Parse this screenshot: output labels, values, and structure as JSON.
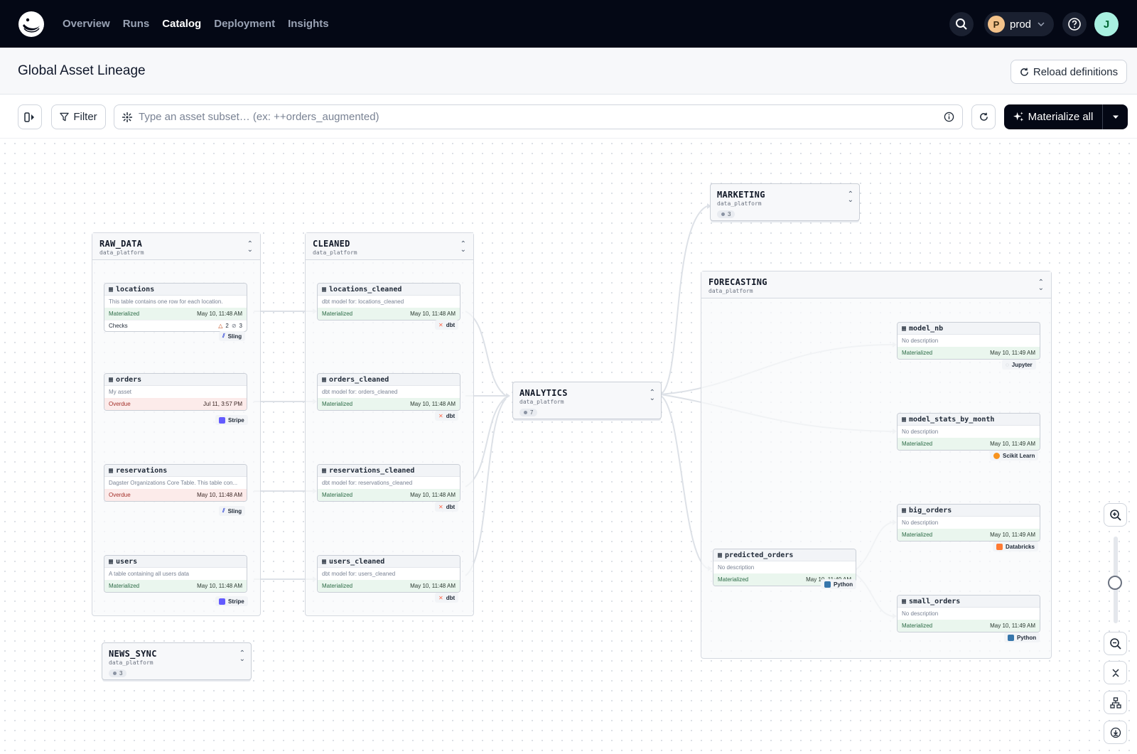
{
  "nav": {
    "items": [
      {
        "label": "Overview"
      },
      {
        "label": "Runs"
      },
      {
        "label": "Catalog"
      },
      {
        "label": "Deployment"
      },
      {
        "label": "Insights"
      }
    ],
    "env_initial": "P",
    "env_label": "prod",
    "user_initial": "J"
  },
  "header": {
    "title": "Global Asset Lineage",
    "reload_label": "Reload definitions"
  },
  "toolbar": {
    "filter_label": "Filter",
    "search_placeholder": "Type an asset subset… (ex: ++orders_augmented)",
    "materialize_label": "Materialize all"
  },
  "groups": {
    "raw_data": {
      "name": "RAW_DATA",
      "location": "data_platform",
      "assets": [
        {
          "name": "locations",
          "description": "This table contains one row for each location.",
          "status": "Materialized",
          "timestamp": "May 10, 11:48 AM",
          "checks_label": "Checks",
          "checks_warn": "2",
          "checks_ok": "3",
          "kind": "Sling"
        },
        {
          "name": "orders",
          "description": "My asset",
          "status": "Overdue",
          "timestamp": "Jul 11, 3:57 PM",
          "kind": "Stripe"
        },
        {
          "name": "reservations",
          "description": "Dagster Organizations Core Table. This table con...",
          "status": "Overdue",
          "timestamp": "May 10, 11:48 AM",
          "kind": "Sling"
        },
        {
          "name": "users",
          "description": "A table containing all users data",
          "status": "Materialized",
          "timestamp": "May 10, 11:48 AM",
          "kind": "Stripe"
        }
      ]
    },
    "cleaned": {
      "name": "CLEANED",
      "location": "data_platform",
      "assets": [
        {
          "name": "locations_cleaned",
          "description": "dbt model for: locations_cleaned",
          "status": "Materialized",
          "timestamp": "May 10, 11:48 AM",
          "kind": "dbt"
        },
        {
          "name": "orders_cleaned",
          "description": "dbt model for: orders_cleaned",
          "status": "Materialized",
          "timestamp": "May 10, 11:48 AM",
          "kind": "dbt"
        },
        {
          "name": "reservations_cleaned",
          "description": "dbt model for: reservations_cleaned",
          "status": "Materialized",
          "timestamp": "May 10, 11:48 AM",
          "kind": "dbt"
        },
        {
          "name": "users_cleaned",
          "description": "dbt model for: users_cleaned",
          "status": "Materialized",
          "timestamp": "May 10, 11:48 AM",
          "kind": "dbt"
        }
      ]
    },
    "news_sync": {
      "name": "NEWS_SYNC",
      "location": "data_platform",
      "count": "3"
    },
    "analytics": {
      "name": "ANALYTICS",
      "location": "data_platform",
      "count": "7"
    },
    "marketing": {
      "name": "MARKETING",
      "location": "data_platform",
      "count": "3"
    },
    "forecasting": {
      "name": "FORECASTING",
      "location": "data_platform",
      "assets": [
        {
          "name": "model_nb",
          "description": "No description",
          "status": "Materialized",
          "timestamp": "May 10, 11:49 AM",
          "kind": "Jupyter"
        },
        {
          "name": "model_stats_by_month",
          "description": "No description",
          "status": "Materialized",
          "timestamp": "May 10, 11:49 AM",
          "kind": "Scikit Learn"
        },
        {
          "name": "big_orders",
          "description": "No description",
          "status": "Materialized",
          "timestamp": "May 10, 11:49 AM",
          "kind": "Databricks"
        },
        {
          "name": "small_orders",
          "description": "No description",
          "status": "Materialized",
          "timestamp": "May 10, 11:49 AM",
          "kind": "Python"
        },
        {
          "name": "predicted_orders",
          "description": "No description",
          "status": "Materialized",
          "timestamp": "May 10, 11:49 AM",
          "kind": "Python"
        }
      ]
    }
  },
  "kind_colors": {
    "Sling": "#3b4fd8",
    "Stripe": "#635bff",
    "dbt": "#ff694a",
    "Jupyter": "#9ca3af",
    "Scikit Learn": "#f7931e",
    "Databricks": "#ff7a33",
    "Python": "#3776ab"
  },
  "colors": {
    "nav_bg": "#040815",
    "materialized_bg": "#eaf6ee",
    "overdue_bg": "#fcebea",
    "edge": "#dde1e7"
  }
}
